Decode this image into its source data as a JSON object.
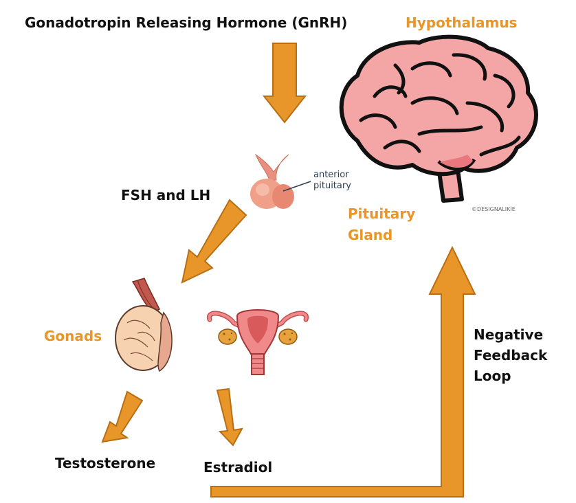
{
  "labels": {
    "gnrh": "Gonadotropin Releasing Hormone (GnRH)",
    "hypothalamus": "Hypothalamus",
    "fsh_lh": "FSH and LH",
    "anterior": "anterior",
    "pituitary": "pituitary",
    "pituitary_gland_1": "Pituitary",
    "pituitary_gland_2": "Gland",
    "credit": "©DESIGNALIKIE",
    "gonads": "Gonads",
    "negative": "Negative",
    "feedback": "Feedback",
    "loop": "Loop",
    "testosterone": "Testosterone",
    "estradiol": "Estradiol"
  },
  "colors": {
    "accent_orange": "#E8962A",
    "brain_pink": "#F4A6A6",
    "gland_peach": "#F0A088",
    "testis_peach": "#F7D2B0",
    "uterus_pink": "#F08A8A",
    "ovary_yellow": "#E8A23C"
  },
  "icons": [
    "brain-icon",
    "pituitary-gland-icon",
    "testis-icon",
    "uterus-icon"
  ]
}
